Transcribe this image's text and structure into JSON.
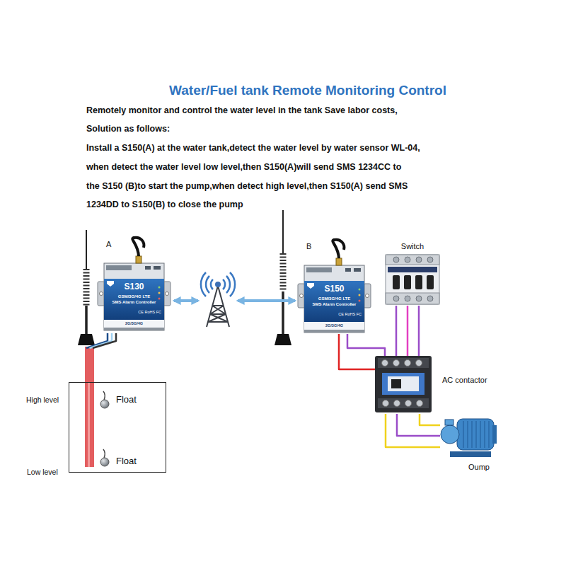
{
  "diagram": {
    "title": "Water/Fuel tank Remote Monitoring Control",
    "nodes": [
      {
        "text": [
          "A",
          "S130",
          "GSM/3G/4G LTE",
          "SMS Alarm Controller",
          "CE RoHS FC",
          "2G/3G/4G"
        ]
      },
      {
        "text": [
          "B",
          "S150",
          "GSM/3G/4G LTE",
          "SMS Alarm Controller",
          "CE RoHS FC",
          "2G/3G/4G"
        ]
      },
      {
        "text": [
          "Switch"
        ]
      },
      {
        "text": [
          "AC contactor"
        ]
      },
      {
        "text": [
          "Float",
          "Float"
        ]
      },
      {
        "text": [
          "Oump"
        ]
      }
    ],
    "edges": [
      {
        "from": 0,
        "to": 1,
        "arrow": "both"
      },
      {
        "from": 0,
        "to": 4,
        "arrow": "none"
      },
      {
        "from": 1,
        "to": 3,
        "arrow": "none"
      },
      {
        "from": 2,
        "to": 3,
        "arrow": "none"
      },
      {
        "from": 3,
        "to": 5,
        "arrow": "none"
      }
    ],
    "labels": [
      "Remotely monitor and control the water level in the tank Save labor costs,",
      "Solution as follows:",
      "Install a S150(A) at the water tank,detect the water level by water sensor WL-04,",
      "when detect the water level low level,then S150(A)will send SMS 1234CC to",
      "the S150 (B)to start the pump,when detect high level,then S150(A) send SMS",
      "1234DD to S150(B) to close the pump",
      "High level",
      "Low level"
    ]
  }
}
